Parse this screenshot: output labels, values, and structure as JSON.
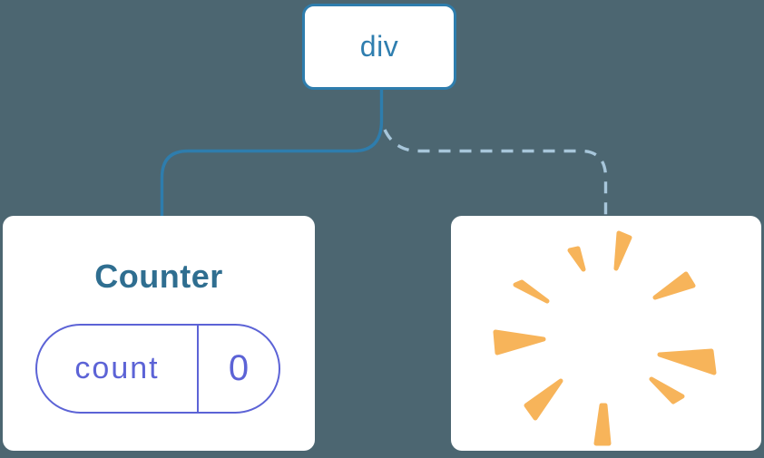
{
  "canvas": {
    "background": "#4C6671",
    "description": "React render-tree diagram: div parent with Counter child kept (solid link) and a removed child shown as a poof starburst (dashed link)"
  },
  "tree": {
    "root_label": "div",
    "counter": {
      "title": "Counter",
      "state_key": "count",
      "state_value": "0"
    },
    "removed": {
      "icon": "poof-starburst"
    }
  },
  "colors": {
    "background": "#4C6671",
    "card_fill": "#FFFFFF",
    "solid_link": "#2E7DAD",
    "dashed_link": "#A7C6DA",
    "root_text": "#2F7EAF",
    "counter_text": "#2F6E90",
    "state_accent": "#5C63D6",
    "poof_orange": "#F7B45A"
  }
}
